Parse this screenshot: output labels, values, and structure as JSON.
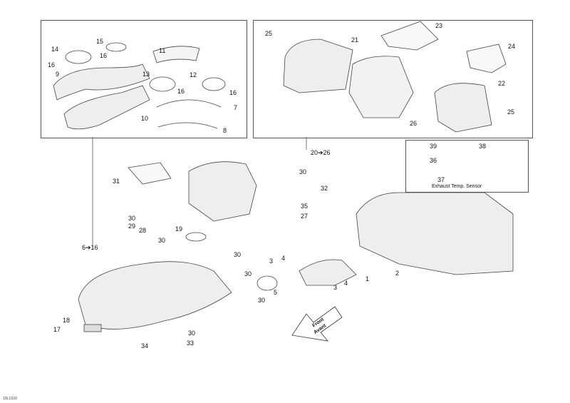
{
  "labels": [
    "15",
    "14",
    "16",
    "16",
    "9",
    "11",
    "13",
    "12",
    "16",
    "16",
    "10",
    "7",
    "8",
    "25",
    "21",
    "23",
    "24",
    "22",
    "25",
    "26",
    "20➔26",
    "31",
    "30",
    "32",
    "35",
    "27",
    "30",
    "29",
    "28",
    "19",
    "30",
    "30",
    "6➔16",
    "30",
    "3",
    "4",
    "5",
    "1",
    "2",
    "4",
    "3",
    "30",
    "18",
    "17",
    "30",
    "33",
    "34"
  ],
  "inset": {
    "labels": [
      "39",
      "38",
      "36",
      "37"
    ],
    "caption": "Exhaust Temp. Sensor"
  },
  "direction_arrow": {
    "line1": "Front",
    "line2": "Avant"
  },
  "footer_code": "13L1S10"
}
